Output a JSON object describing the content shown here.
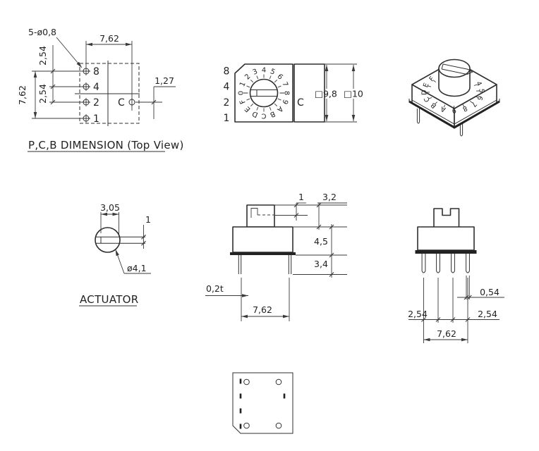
{
  "colors": {
    "background": "#ffffff",
    "line": "#2f2f2f",
    "text": "#222222"
  },
  "pcb_view": {
    "title": "P,C,B DIMENSION (Top View)",
    "pin_labels": [
      "8",
      "4",
      "2",
      "1"
    ],
    "common_pin_label": "C",
    "dims": {
      "holes": "5-ø0,8",
      "width": "7,62",
      "row_pitch_upper": "2,54",
      "height": "7,62",
      "row_pitch_lower": "2,54",
      "common_pin_offset": "1,27"
    }
  },
  "front_view": {
    "pin_labels": [
      "8",
      "4",
      "2",
      "1"
    ],
    "common_pin_label": "C",
    "dial_digits": [
      "0",
      "1",
      "2",
      "3",
      "4",
      "5",
      "6",
      "7",
      "8",
      "9",
      "A",
      "B",
      "C",
      "D",
      "E",
      "F"
    ],
    "dims": {
      "body_size": "□9,8",
      "overall_size": "□10"
    }
  },
  "iso_view": {
    "dial_digits": [
      "0",
      "F",
      "E",
      "D",
      "C",
      "B",
      "A",
      "9",
      "8",
      "7",
      "6",
      "5",
      "4"
    ]
  },
  "actuator_view": {
    "title": "ACTUATOR",
    "dims": {
      "slot_length": "3,05",
      "slot_width": "1",
      "diameter": "ø4,1"
    }
  },
  "side_view": {
    "dims": {
      "slot_depth": "1",
      "knob_height": "3,2",
      "body_height": "4,5",
      "pin_length": "3,4",
      "pin_thickness": "0,2t",
      "pin_span": "7,62"
    }
  },
  "pin_view": {
    "dims": {
      "pin_width": "0,54",
      "pitch_left": "2,54",
      "pitch_right": "2,54",
      "pin_span": "7,62"
    }
  }
}
